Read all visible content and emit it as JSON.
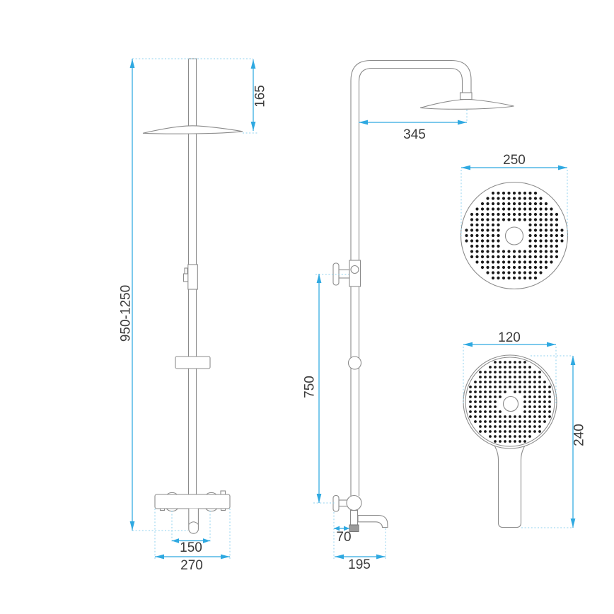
{
  "drawing": {
    "type": "technical-dimension-drawing",
    "subject": "shower column set (front view, side view, rain head top view, hand shower view)"
  },
  "colors": {
    "dimension_line": "#2fa9e1",
    "extension_line": "#8fd2ef",
    "product_outline": "#8b8b8b",
    "label_text": "#3b3b3b",
    "nozzle_dot": "#1a1a1a",
    "background": "#ffffff"
  },
  "views": {
    "front": {
      "dimensions": {
        "total_height": "950-1250",
        "head_to_top": "165",
        "spout_span": "150",
        "mixer_width": "270"
      }
    },
    "side": {
      "dimensions": {
        "arm_reach": "345",
        "riser_height": "750",
        "knob_depth": "70",
        "spout_depth": "195"
      }
    },
    "rain_head_top": {
      "dimensions": {
        "diameter": "250"
      }
    },
    "hand_shower": {
      "dimensions": {
        "width": "120",
        "length": "240"
      }
    }
  }
}
